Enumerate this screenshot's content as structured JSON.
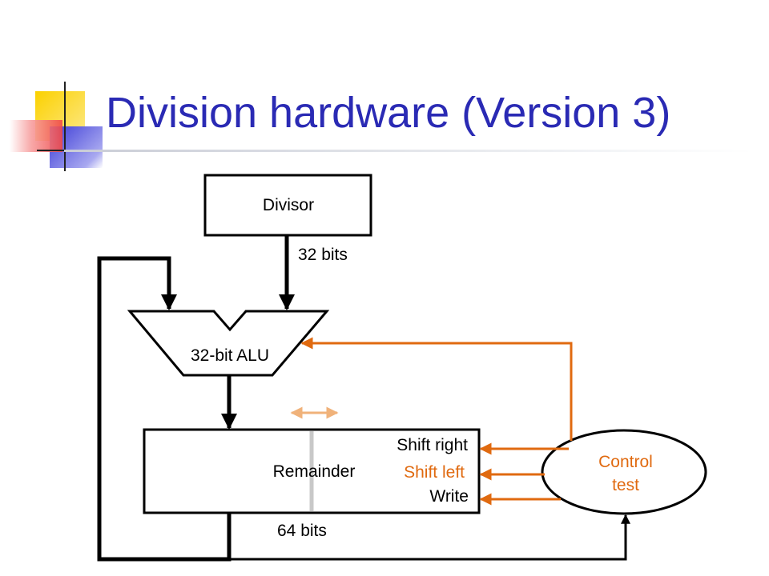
{
  "slide": {
    "title": "Division hardware (Version 3)"
  },
  "diagram": {
    "divisor_label": "Divisor",
    "divisor_width_label": "32 bits",
    "alu_label": "32-bit ALU",
    "remainder_label": "Remainder",
    "remainder_width_label": "64 bits",
    "shift_right_label": "Shift right",
    "shift_left_label": "Shift left",
    "write_label": "Write",
    "control_label_line1": "Control",
    "control_label_line2": "test"
  },
  "colors": {
    "title": "#2a2ab4",
    "control_signals": "#e06a10",
    "shift_indicator": "#f0b27a",
    "decoration_yellow": "#fbd100",
    "decoration_blue": "#3a3ad6",
    "decoration_red": "#f04848"
  }
}
